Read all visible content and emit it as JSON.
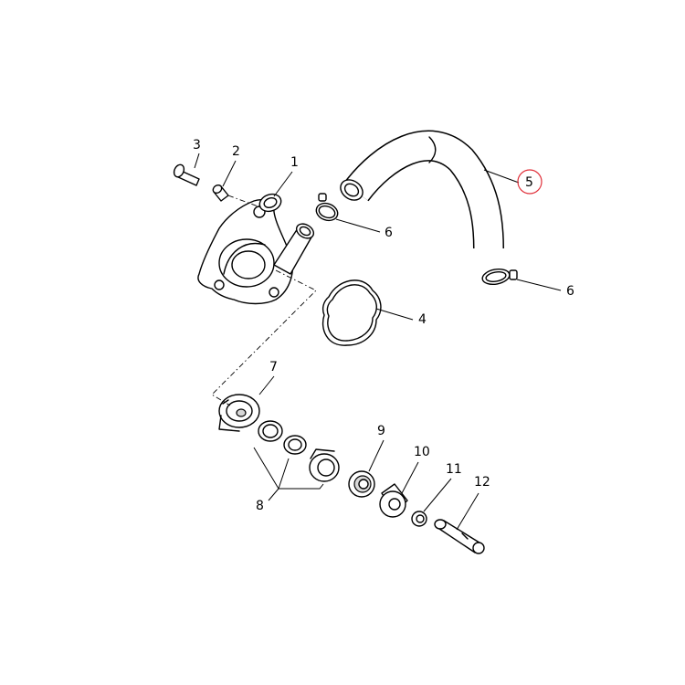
{
  "callouts": {
    "c1": "1",
    "c2": "2",
    "c3": "3",
    "c4": "4",
    "c5": "5",
    "c6a": "6",
    "c6b": "6",
    "c7": "7",
    "c8": "8",
    "c9": "9",
    "c10": "10",
    "c11": "11",
    "c12": "12"
  },
  "highlight": {
    "callout": "5",
    "color": "#e0303a"
  }
}
